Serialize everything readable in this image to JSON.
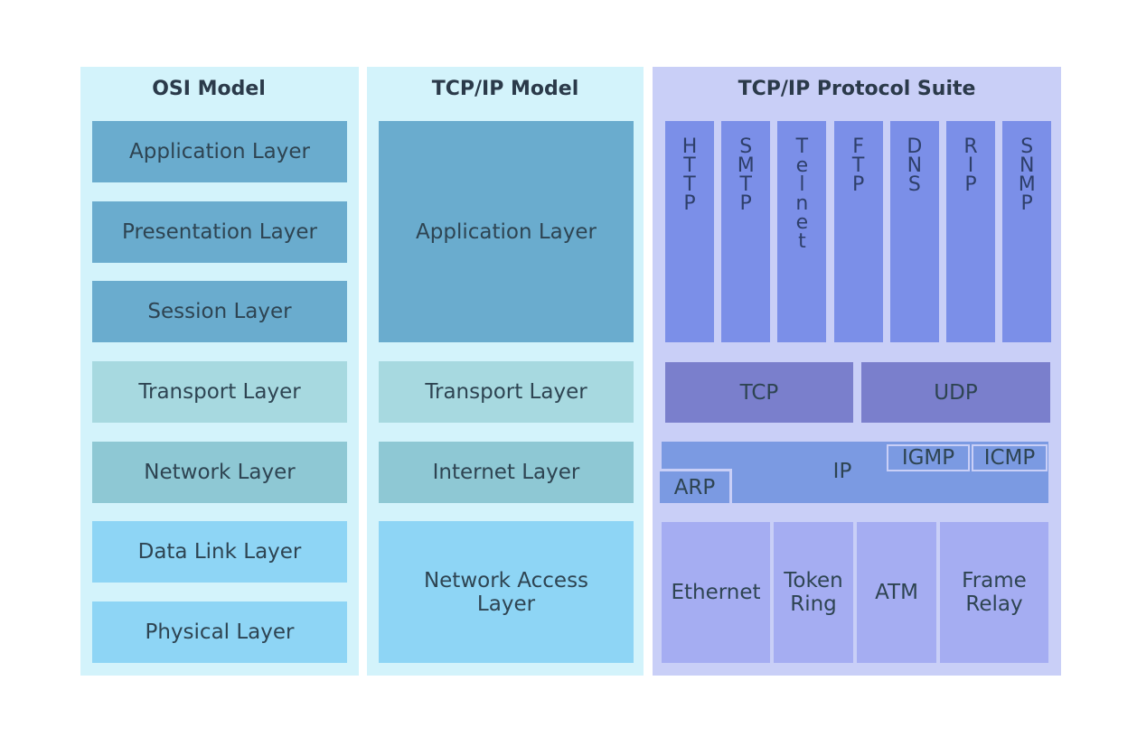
{
  "columns": {
    "osi": {
      "title": "OSI Model",
      "layers": [
        "Application Layer",
        "Presentation Layer",
        "Session Layer",
        "Transport Layer",
        "Network Layer",
        "Data Link Layer",
        "Physical Layer"
      ]
    },
    "tcpip": {
      "title": "TCP/IP Model",
      "layers": [
        "Application Layer",
        "Transport Layer",
        "Internet Layer",
        "Network Access Layer"
      ]
    },
    "suite": {
      "title": "TCP/IP Protocol Suite",
      "application_protocols": [
        "HTTP",
        "SMTP",
        "Telnet",
        "FTP",
        "DNS",
        "RIP",
        "SNMP"
      ],
      "transport_protocols": [
        "TCP",
        "UDP"
      ],
      "internet_protocols": {
        "ip": "IP",
        "igmp": "IGMP",
        "icmp": "ICMP",
        "arp": "ARP"
      },
      "link_protocols": [
        "Ethernet",
        "Token Ring",
        "ATM",
        "Frame Relay"
      ]
    }
  },
  "colors": {
    "panel_light": "#d3f3fb",
    "panel_suite": "#c9cff7",
    "upper_layers": "#6aacce",
    "transport": "#a7d9e0",
    "network": "#8ec8d4",
    "lower_layers": "#8ed5f5",
    "app_protocols": "#7b8fe8",
    "tcp_udp": "#7a7fcc",
    "ip": "#7b9ae2",
    "link": "#a5adf2"
  }
}
